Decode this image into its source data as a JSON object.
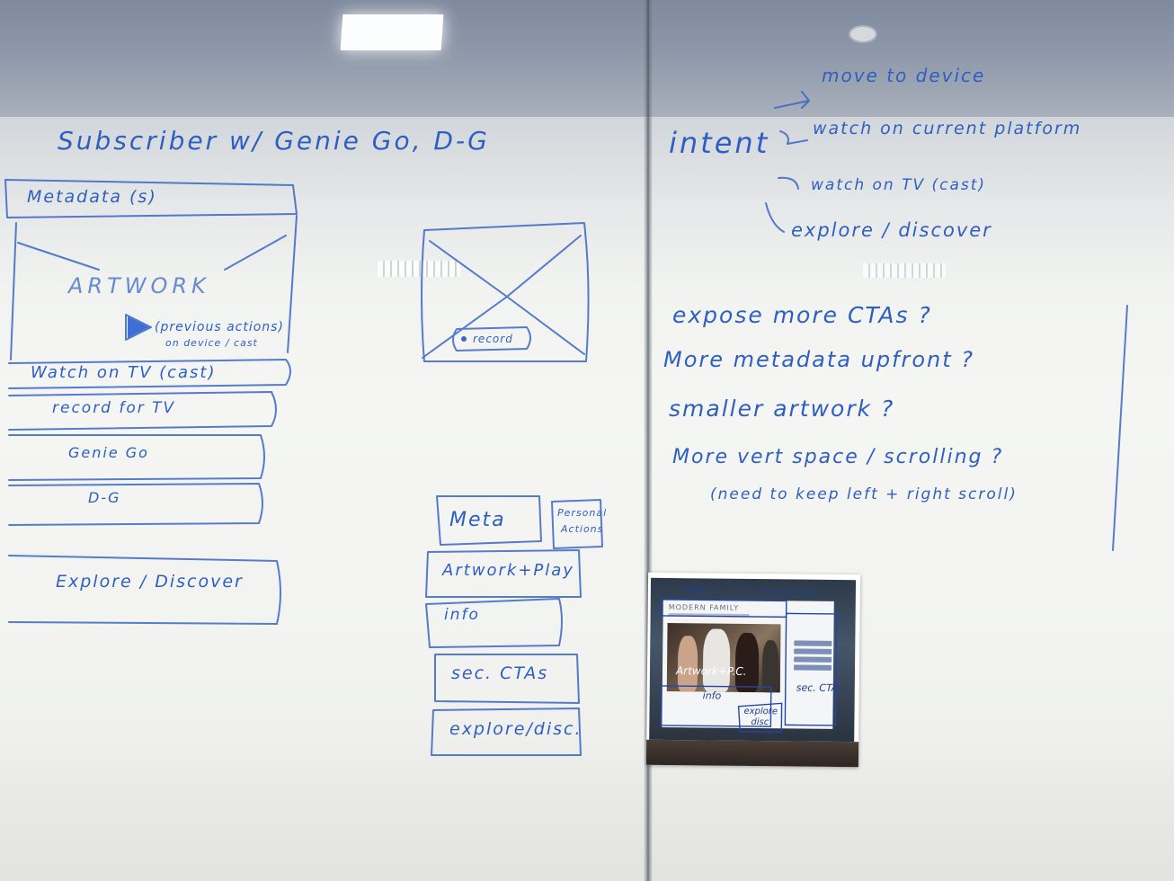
{
  "left_column": {
    "heading": "Subscriber w/ Genie Go, D-G",
    "metadata_label": "Metadata (s)",
    "artwork_label": "ARTWORK",
    "previous_actions_line1": "(previous actions)",
    "previous_actions_line2": "on device / cast",
    "buttons": [
      "Watch on TV (cast)",
      "record for TV",
      "Genie Go",
      "D-G",
      "Explore / Discover"
    ]
  },
  "middle_sketch": {
    "record_label": "record"
  },
  "middle_stack": {
    "meta_label": "Meta",
    "personal_actions_line1": "Personal",
    "personal_actions_line2": "Actions",
    "artwork_play_label": "Artwork+Play",
    "info_label": "info",
    "sec_ctas_label": "sec. CTAs",
    "explore_label": "explore/disc."
  },
  "right_column": {
    "intent_label": "intent",
    "intent_options": [
      "move to device",
      "watch on current platform",
      "watch on TV (cast)",
      "explore / discover"
    ],
    "questions": [
      "expose more CTAs ?",
      "More metadata upfront ?",
      "smaller artwork ?",
      "More vert space / scrolling ?",
      "(need to keep left + right scroll)"
    ]
  },
  "printout": {
    "meta_label": "Meta",
    "personal_label": "personal actns",
    "show_title": "MODERN FAMILY",
    "artwork_label": "Artwork+P.C.",
    "info_label": "info",
    "sec_ctas_label": "sec. CTAs",
    "explore_line1": "explore",
    "explore_line2": "disc"
  },
  "colors": {
    "marker_ink": "#2e5fc0",
    "board": "#f3f4f1",
    "ceiling": "#8a94a6"
  }
}
